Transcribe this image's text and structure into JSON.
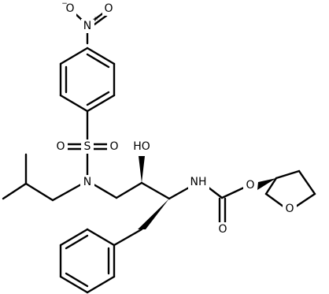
{
  "molecule": {
    "atoms": {
      "nitro_n": "N",
      "nitro_o_left": "O",
      "nitro_o_right": "O",
      "sulfonyl_s": "S",
      "sulfonyl_o_left": "O",
      "sulfonyl_o_right": "O",
      "amine_n": "N",
      "hydroxyl": "HO",
      "carbamate_nh": "NH",
      "carbonyl_o": "O",
      "ester_o": "O",
      "ring_o": "O"
    },
    "charges": {
      "nitro_n": "+",
      "nitro_o_left": "−"
    },
    "colors": {
      "bond": "#000000",
      "background": "#ffffff"
    }
  }
}
